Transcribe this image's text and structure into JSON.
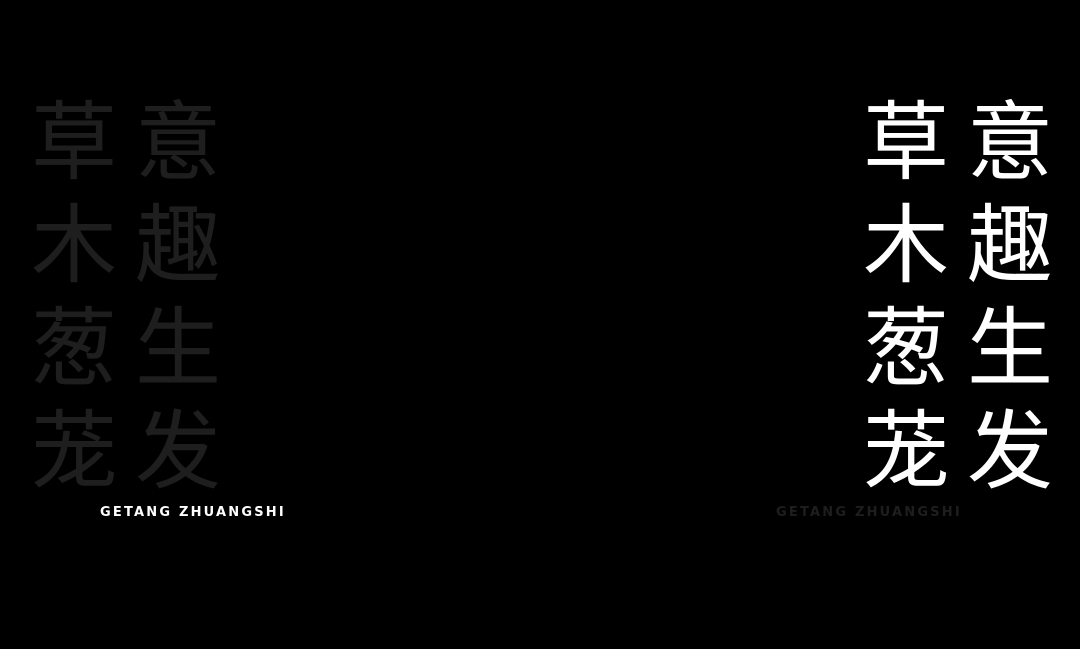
{
  "left": {
    "characters": [
      "草",
      "意",
      "木",
      "趣",
      "葱",
      "生",
      "茏",
      "发"
    ],
    "subtitle": "GETANG ZHUANGSHI",
    "char_color": "#1e1e1e",
    "subtitle_color": "#ffffff"
  },
  "right": {
    "characters": [
      "草",
      "意",
      "木",
      "趣",
      "葱",
      "生",
      "茏",
      "发"
    ],
    "subtitle": "GETANG ZHUANGSHI",
    "char_color": "#ffffff",
    "subtitle_color": "#1e1e1e"
  },
  "background": "#000000"
}
